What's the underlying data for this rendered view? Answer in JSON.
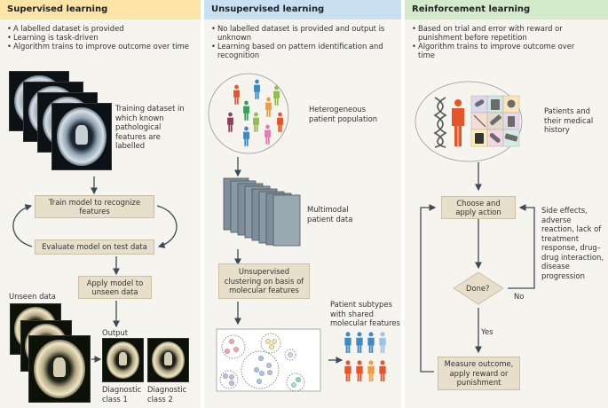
{
  "panels": [
    {
      "title": "Supervised learning",
      "bullets": [
        "A labelled dataset is provided",
        "Learning is task-driven",
        "Algorithm trains to improve outcome over time"
      ],
      "training_label": "Training dataset in which known pathological features are labelled",
      "train_box": "Train model to recognize features",
      "evaluate_box": "Evaluate model on test data",
      "apply_box": "Apply model to unseen data",
      "unseen_label": "Unseen data",
      "output_label": "Output",
      "class1_label": "Diagnostic class 1",
      "class2_label": "Diagnostic class 2",
      "accent": "#fce3a6"
    },
    {
      "title": "Unsupervised learning",
      "bullets": [
        "No labelled dataset is provided and output is unknown",
        "Learning based on pattern identification and recognition"
      ],
      "population_label": "Heterogeneous patient population",
      "multimodal_label": "Multimodal patient data",
      "clustering_box": "Unsupervised clustering on basis of molecular features",
      "subtypes_label": "Patient subtypes with shared molecular features",
      "accent": "#c9e0f2"
    },
    {
      "title": "Reinforcement learning",
      "bullets": [
        "Based on trial and error with reward or punishment before repetition",
        "Algorithm trains to improve outcome over time"
      ],
      "patients_label": "Patients and their medical history",
      "action_box": "Choose and apply action",
      "done_label": "Done?",
      "no_label": "No",
      "yes_label": "Yes",
      "feedback_label": "Side effects, adverse reaction, lack of treatment response, drug–drug interaction, disease progression",
      "measure_box": "Measure outcome, apply reward or punishment",
      "accent": "#d4ebcb"
    }
  ]
}
